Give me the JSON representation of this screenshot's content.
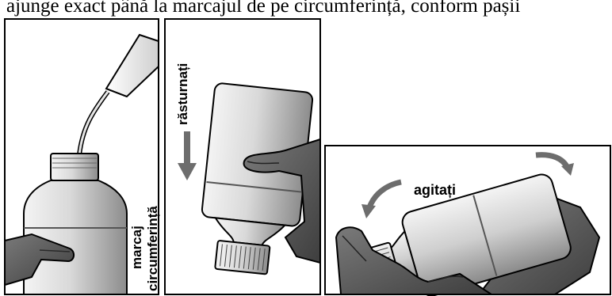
{
  "header_text": "ajunge exact până la marcajul de pe circumferință, conform pașii",
  "panels": [
    {
      "id": "fill",
      "label_line1": "marcaj",
      "label_line2": "circumferință"
    },
    {
      "id": "invert",
      "label": "răsturnați"
    },
    {
      "id": "shake",
      "label": "agitați"
    }
  ],
  "colors": {
    "outline": "#000000",
    "bottle_light": "#f2f2f2",
    "bottle_dark": "#8a8a8a",
    "glove": "#5a5a5a",
    "arrow": "#707070"
  }
}
